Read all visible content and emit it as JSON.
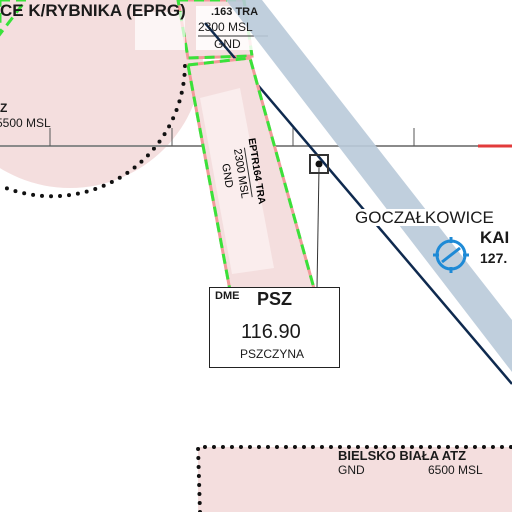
{
  "colors": {
    "restricted_fill": "#f4dede",
    "restricted_line": "#f29a9a",
    "tra_dash": "#39e23a",
    "airway_band": "#b9cad9",
    "airway_line": "#0f2a4f",
    "scale_line": "#8a8a8a",
    "scale_red": "#e23b3b",
    "airport_icon": "#1e8ad6"
  },
  "zones": {
    "ctr_top_left": {
      "name": "CE K/RYBNIKA (EPRG)",
      "upper": "5500 MSL",
      "upper_prefix": "Z"
    },
    "tra163": {
      "name": ".163 TRA",
      "upper": "2300 MSL",
      "lower": "GND"
    },
    "tra164": {
      "name": "EPTR164 TRA",
      "upper": "2300 MSL",
      "lower": "GND"
    },
    "bielsko_atz": {
      "name": "BIELSKO BIAŁA ATZ",
      "lower": "GND",
      "upper": "6500 MSL"
    }
  },
  "navaid": {
    "type": "DME",
    "ident": "PSZ",
    "frequency": "116.90",
    "name": "PSZCZYNA"
  },
  "airport": {
    "name": "GOCZAŁKOWICE",
    "code_partial": "KAI",
    "freq_partial": "127."
  }
}
